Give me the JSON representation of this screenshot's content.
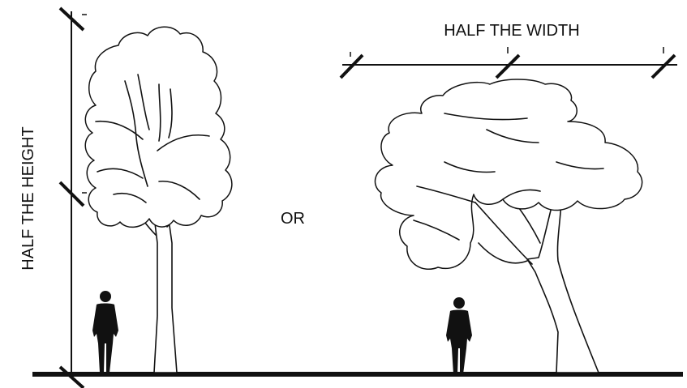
{
  "labels": {
    "height": "HALF THE HEIGHT",
    "width": "HALF THE WIDTH",
    "or": "OR"
  },
  "colors": {
    "ink": "#111111",
    "background": "#ffffff"
  }
}
